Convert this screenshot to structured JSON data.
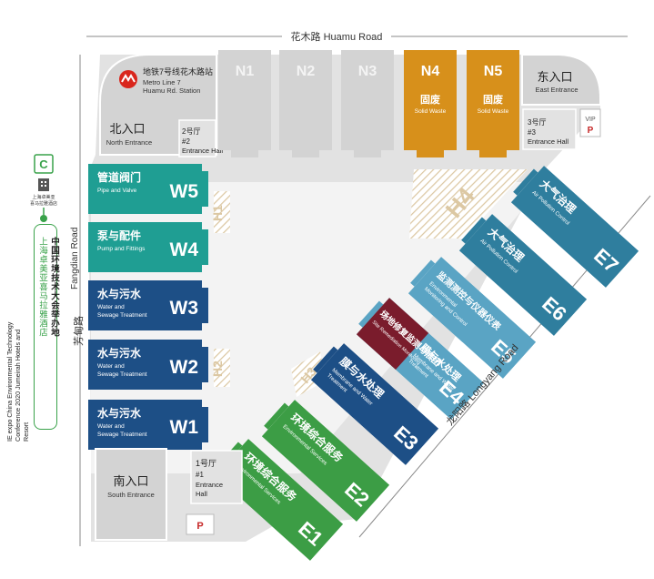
{
  "roads": {
    "north_cn": "花木路",
    "north_en": "Huamu Road",
    "west_cn": "芳甸路",
    "west_en": "Fangdian Road",
    "east_cn": "龙阳路",
    "east_en": "Longyang Road"
  },
  "metro": {
    "line1": "地铁7号线花木路站",
    "line2": "Metro Line 7",
    "line3": "Huamu Rd. Station"
  },
  "entrances": {
    "north": {
      "cn": "北入口",
      "en": "North Entrance"
    },
    "east": {
      "cn": "东入口",
      "en": "East Entrance"
    },
    "south": {
      "cn": "南入口",
      "en": "South Entrance"
    }
  },
  "halls": {
    "hall2": {
      "cn": "2号厅",
      "num": "#2",
      "en": "Entrance Hall"
    },
    "hall3": {
      "cn": "3号厅",
      "num": "#3",
      "en": "Entrance Hall"
    },
    "hall1": {
      "cn": "1号厅",
      "num": "#1",
      "en1": "Entrance",
      "en2": "Hall"
    }
  },
  "parking": {
    "vip": "VIP",
    "p": "P"
  },
  "north_halls": [
    {
      "id": "N1"
    },
    {
      "id": "N2"
    },
    {
      "id": "N3"
    },
    {
      "id": "N4",
      "cn": "固废",
      "en": "Solid Waste"
    },
    {
      "id": "N5",
      "cn": "固废",
      "en": "Solid Waste"
    }
  ],
  "west_halls": [
    {
      "id": "W5",
      "cn": "管道阀门",
      "en1": "Pipe and Valve",
      "en2": ""
    },
    {
      "id": "W4",
      "cn": "泵与配件",
      "en1": "Pump and Fittings",
      "en2": ""
    },
    {
      "id": "W3",
      "cn": "水与污水",
      "en1": "Water and",
      "en2": "Sewage Treatment"
    },
    {
      "id": "W2",
      "cn": "水与污水",
      "en1": "Water and",
      "en2": "Sewage Treatment"
    },
    {
      "id": "W1",
      "cn": "水与污水",
      "en1": "Water and",
      "en2": "Sewage Treatment"
    }
  ],
  "corridors": [
    "H1",
    "H2",
    "H3",
    "H4"
  ],
  "east_halls": [
    {
      "id": "E7",
      "cn": "大气治理",
      "en1": "Air Pollution Control",
      "en2": ""
    },
    {
      "id": "E6",
      "cn": "大气治理",
      "en1": "Air Pollution Control",
      "en2": ""
    },
    {
      "id": "E5",
      "cn": "监测测控与仪器仪表",
      "en1": "Environmental",
      "en2": "Monitoring and Control"
    },
    {
      "id": "E4",
      "cn": "膜与水处理",
      "en1": "Membrane and Water",
      "en2": "Treatment",
      "sub_cn": "场地修复监测与展团",
      "sub_en": "Site Remediation Monitoring"
    },
    {
      "id": "E3",
      "cn": "膜与水处理",
      "en1": "Membrane and Water",
      "en2": "Treatment"
    },
    {
      "id": "E2",
      "cn": "环境综合服务",
      "en1": "Environmental Services",
      "en2": ""
    },
    {
      "id": "E1",
      "cn": "环境综合服务",
      "en1": "Environmental Services",
      "en2": ""
    }
  ],
  "hotel": {
    "letter": "C",
    "small1": "上海卓美亚",
    "small2": "喜马拉雅酒店",
    "col_cn_a": "中国环境技术大会举办地",
    "col_cn_b": "上海卓美亚喜马拉雅酒店",
    "col_en": "IE expo China Environmental Technology Conference 2020 Jumeirah Hotels and Resort"
  },
  "colors": {
    "teal": "#1f9e93",
    "blue": "#1d4f86",
    "green": "#3c9d45",
    "orange": "#d7901b",
    "lightblue": "#5aa4c4",
    "steel": "#2f7e9e",
    "maroon": "#7a1c2c",
    "gray": "#d3d3d3"
  }
}
